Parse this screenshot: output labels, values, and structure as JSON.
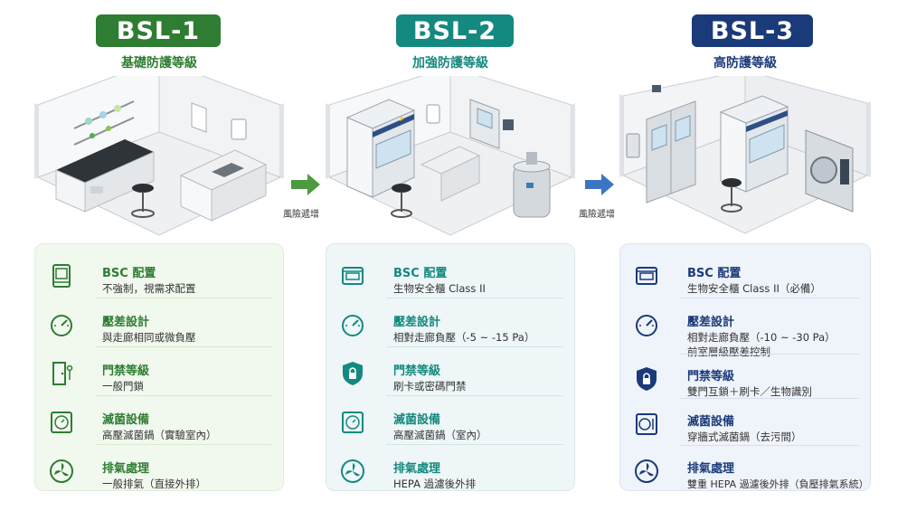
{
  "colors": {
    "bsl1": "#2e7d32",
    "bsl2": "#14897f",
    "bsl3": "#1a3a7a"
  },
  "arrows": {
    "label1": "風險遞增",
    "label2": "風險遞增"
  },
  "levels": [
    {
      "badge": "BSL-1",
      "subtitle": "基礎防護等級",
      "rows": [
        {
          "icon": "biosafety-cabinet-icon",
          "title": "BSC 配置",
          "lines": [
            "不強制，視需求配置"
          ]
        },
        {
          "icon": "pressure-gauge-icon",
          "title": "壓差設計",
          "lines": [
            "與走廊相同或微負壓"
          ]
        },
        {
          "icon": "door-key-icon",
          "title": "門禁等級",
          "lines": [
            "一般門鎖"
          ]
        },
        {
          "icon": "autoclave-icon",
          "title": "滅菌設備",
          "lines": [
            "高壓滅菌鍋（實驗室內）"
          ]
        },
        {
          "icon": "exhaust-fan-icon",
          "title": "排氣處理",
          "lines": [
            "一般排氣（直接外排）"
          ]
        }
      ]
    },
    {
      "badge": "BSL-2",
      "subtitle": "加強防護等級",
      "rows": [
        {
          "icon": "biosafety-cabinet-icon",
          "title": "BSC 配置",
          "lines": [
            "生物安全櫃 Class II"
          ]
        },
        {
          "icon": "pressure-gauge-icon",
          "title": "壓差設計",
          "lines": [
            "相對走廊負壓（-5 ~ -15 Pa）"
          ]
        },
        {
          "icon": "shield-lock-icon",
          "title": "門禁等級",
          "lines": [
            "刷卡或密碼門禁"
          ]
        },
        {
          "icon": "autoclave-icon",
          "title": "滅菌設備",
          "lines": [
            "高壓滅菌鍋（室內）"
          ]
        },
        {
          "icon": "exhaust-fan-icon",
          "title": "排氣處理",
          "lines": [
            "HEPA 過濾後外排"
          ]
        }
      ]
    },
    {
      "badge": "BSL-3",
      "subtitle": "高防護等級",
      "rows": [
        {
          "icon": "biosafety-cabinet-icon",
          "title": "BSC 配置",
          "lines": [
            "生物安全櫃 Class II（必備）"
          ]
        },
        {
          "icon": "pressure-gauge-icon",
          "title": "壓差設計",
          "lines": [
            "相對走廊負壓（-10 ~ -30 Pa）",
            "前室層級壓差控制"
          ]
        },
        {
          "icon": "shield-lock-icon",
          "title": "門禁等級",
          "lines": [
            "雙門互鎖＋刷卡／生物識別"
          ]
        },
        {
          "icon": "pass-through-autoclave-icon",
          "title": "滅菌設備",
          "lines": [
            "穿牆式滅菌鍋（去污間）"
          ]
        },
        {
          "icon": "exhaust-fan-icon",
          "title": "排氣處理",
          "lines": [
            "雙重 HEPA 過濾後外排（負壓排氣系統）"
          ]
        }
      ]
    }
  ]
}
